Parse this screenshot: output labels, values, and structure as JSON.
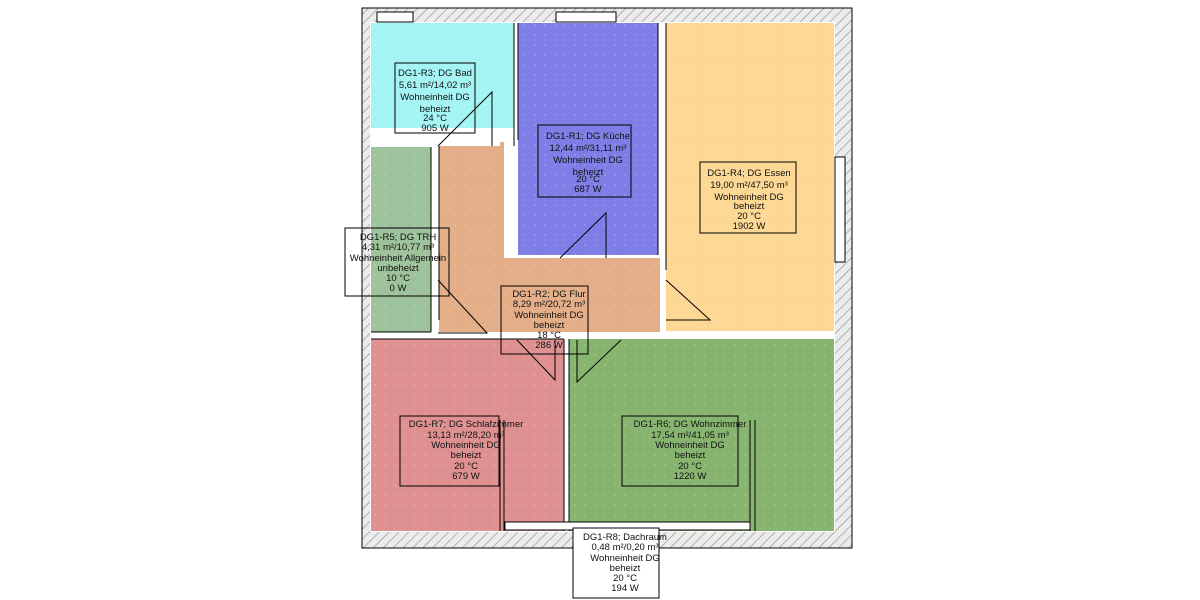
{
  "rooms": [
    {
      "id": "r3",
      "lines": [
        "DG1-R3; DG Bad",
        "5,61 m²/14,02 m³",
        "Wohneinheit DG",
        "beheizt",
        "24 °C",
        "905 W"
      ],
      "color": "#a4f4f3"
    },
    {
      "id": "r1",
      "lines": [
        "DG1-R1; DG Küche",
        "12,44 m²/31,11 m³",
        "Wohneinheit DG",
        "beheizt",
        "20 °C",
        "687 W"
      ],
      "color": "#7e7ee6"
    },
    {
      "id": "r4",
      "lines": [
        "DG1-R4; DG Essen",
        "19,00 m²/47,50 m³",
        "Wohneinheit DG",
        "beheizt",
        "20 °C",
        "1902 W"
      ],
      "color": "#fcd894"
    },
    {
      "id": "r5",
      "lines": [
        "DG1-R5; DG TRH",
        "4,31 m²/10,77 m³",
        "Wohneinheit Allgemein",
        "unbeheizt",
        "10 °C",
        "0 W"
      ],
      "color": "#9ec29b"
    },
    {
      "id": "r2",
      "lines": [
        "DG1-R2; DG Flur",
        "8,29 m²/20,72 m³",
        "Wohneinheit DG",
        "beheizt",
        "18 °C",
        "286 W"
      ],
      "color": "#e3ae88"
    },
    {
      "id": "r7",
      "lines": [
        "DG1-R7; DG Schlafzimmer",
        "13,13 m²/28,20 m³",
        "Wohneinheit DG",
        "beheizt",
        "20 °C",
        "679 W"
      ],
      "color": "#df9191"
    },
    {
      "id": "r6",
      "lines": [
        "DG1-R6; DG Wohnzimmer",
        "17,54 m²/41,05 m³",
        "Wohneinheit DG",
        "beheizt",
        "20 °C",
        "1220 W"
      ],
      "color": "#87b56f"
    },
    {
      "id": "r8",
      "lines": [
        "DG1-R8; Dachraum",
        "0,48 m²/0,20 m³",
        "Wohneinheit DG",
        "beheizt",
        "20 °C",
        "194 W"
      ],
      "color": "#e6e6e6"
    }
  ],
  "colors": {
    "wall": "#d0d0d0",
    "hatch": "#8a8a8a",
    "outline": "#000000"
  }
}
